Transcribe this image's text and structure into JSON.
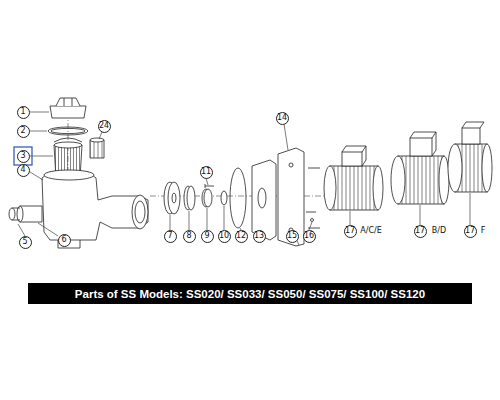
{
  "diagram": {
    "title": "Parts of SS Models: SS020/ SS033/ SS050/ SS075/ SS100/ SS120",
    "labels": [
      "1",
      "2",
      "3",
      "4",
      "5",
      "6",
      "7",
      "8",
      "9",
      "10",
      "11",
      "12",
      "13",
      "14",
      "15",
      "16",
      "24",
      "17",
      "A/C/E",
      "17",
      "B/D",
      "17",
      "F"
    ]
  }
}
